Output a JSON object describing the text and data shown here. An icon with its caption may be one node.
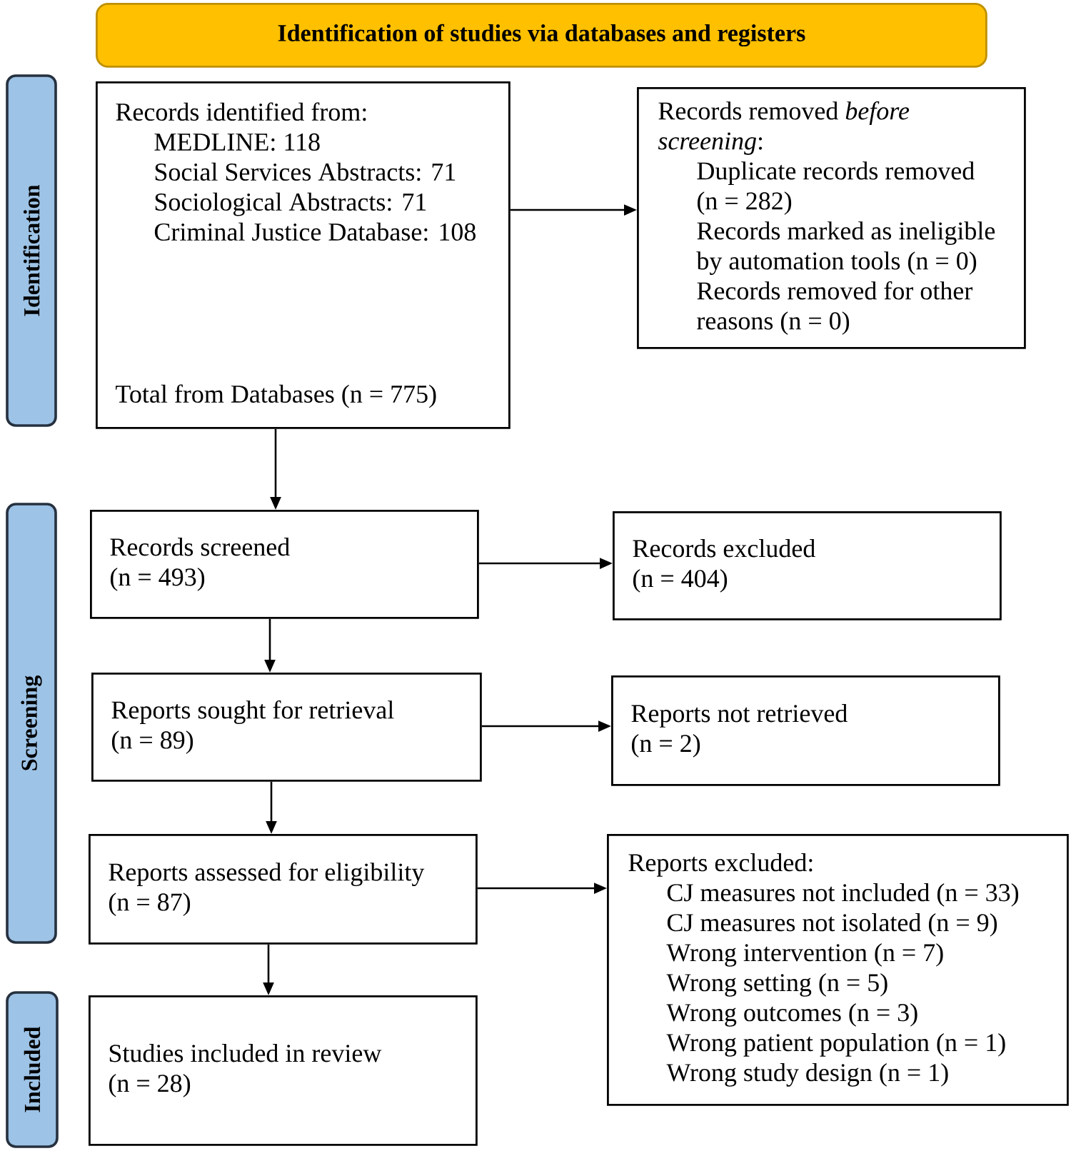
{
  "diagram": {
    "nodes": [
      {
        "text": [
          "Identification of studies via databases and registers"
        ]
      },
      {
        "text": [
          "Identification"
        ]
      },
      {
        "text": [
          "Records identified from:",
          "MEDLINE: 118",
          "Social Services Abstracts: 71",
          "Sociological Abstracts: 71",
          "Criminal Justice Database: 108",
          "Total from Databases (n = 775)"
        ]
      },
      {
        "text": [
          "Records removed *before screening*:",
          "Duplicate records removed (n = 282)",
          "Records marked as ineligible by automation tools (n = 0)",
          "Records removed for other reasons (n = 0)"
        ]
      },
      {
        "text": [
          "Screening"
        ]
      },
      {
        "text": [
          "Records screened (n = 493)"
        ]
      },
      {
        "text": [
          "Records excluded (n = 404)"
        ]
      },
      {
        "text": [
          "Reports sought for retrieval (n = 89)"
        ]
      },
      {
        "text": [
          "Reports not retrieved (n = 2)"
        ]
      },
      {
        "text": [
          "Reports assessed for eligibility (n = 87)"
        ]
      },
      {
        "text": [
          "Reports excluded:",
          "CJ measures not included (n = 33)",
          "CJ measures not isolated (n = 9)",
          "Wrong intervention (n = 7)",
          "Wrong setting (n = 5)",
          "Wrong outcomes (n = 3)",
          "Wrong patient population (n = 1)",
          "Wrong study design (n = 1)"
        ]
      },
      {
        "text": [
          "Included"
        ]
      },
      {
        "text": [
          "Studies included in review (n = 28)"
        ]
      }
    ],
    "edges": [
      {
        "from": 2,
        "to": 3,
        "arrow": "to"
      },
      {
        "from": 2,
        "to": 5,
        "arrow": "to"
      },
      {
        "from": 5,
        "to": 6,
        "arrow": "to"
      },
      {
        "from": 5,
        "to": 7,
        "arrow": "to"
      },
      {
        "from": 7,
        "to": 8,
        "arrow": "to"
      },
      {
        "from": 7,
        "to": 9,
        "arrow": "to"
      },
      {
        "from": 9,
        "to": 10,
        "arrow": "to"
      },
      {
        "from": 9,
        "to": 12,
        "arrow": "to"
      }
    ]
  }
}
